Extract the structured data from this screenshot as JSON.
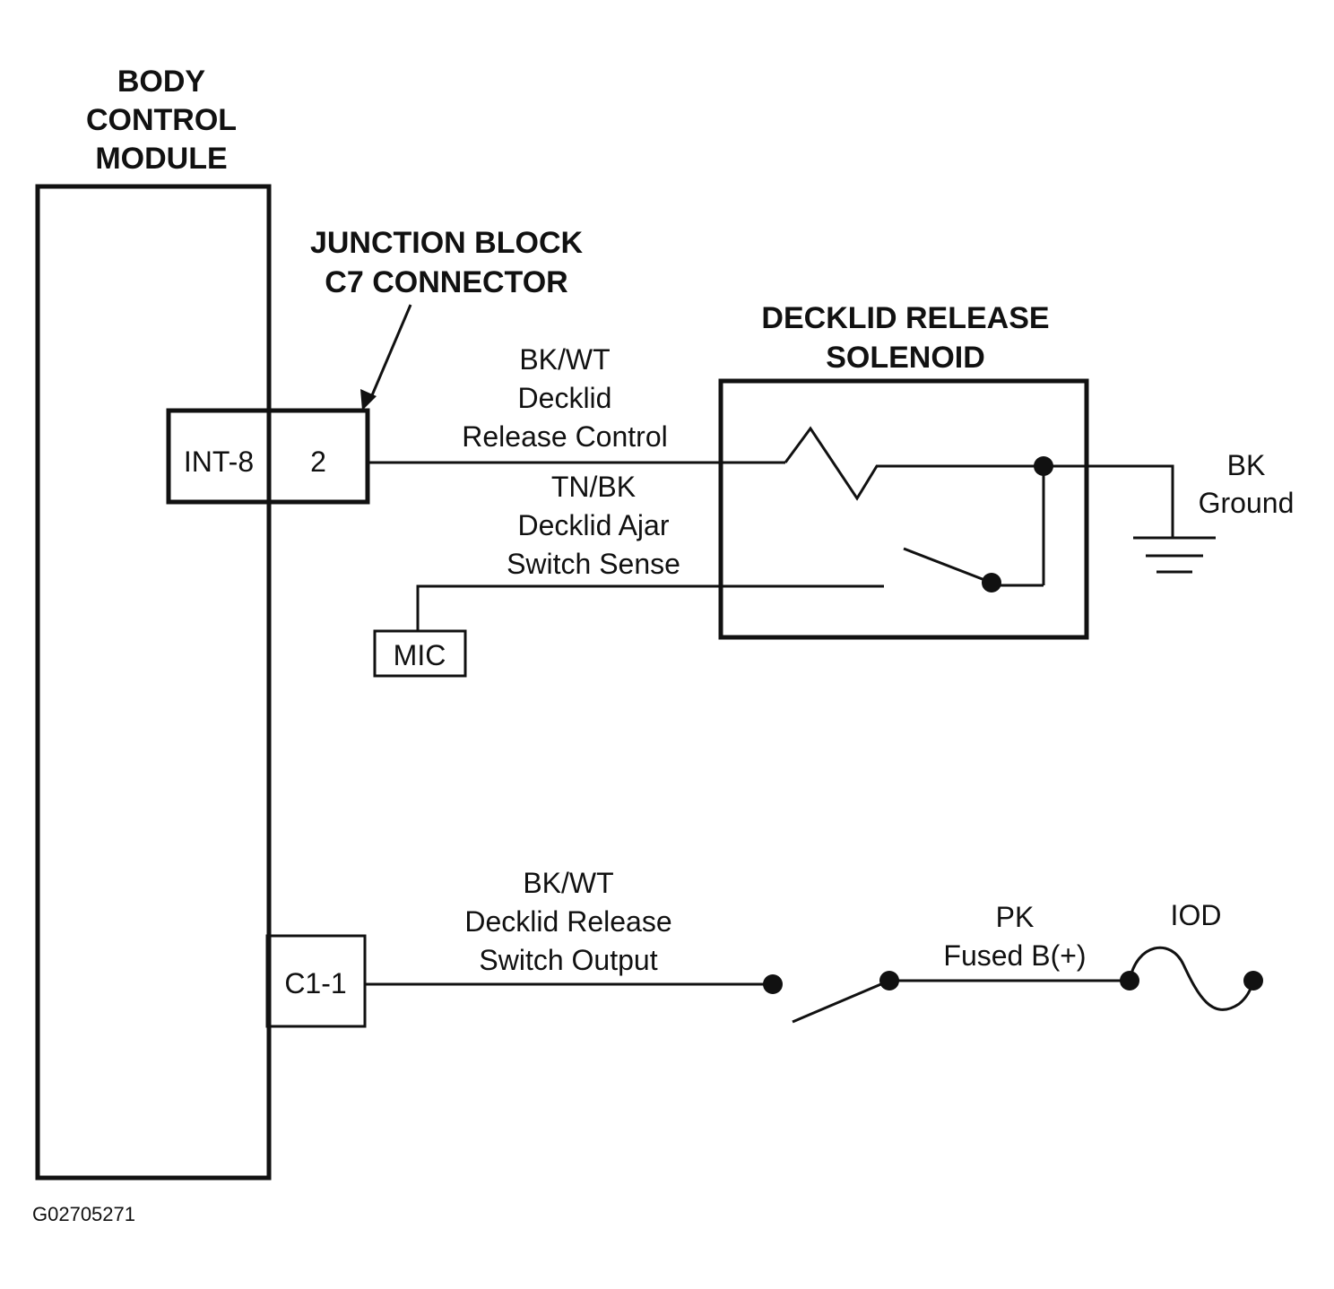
{
  "bcm": {
    "title": [
      "BODY",
      "CONTROL",
      "MODULE"
    ]
  },
  "junction": {
    "title": [
      "JUNCTION BLOCK",
      "C7 CONNECTOR"
    ],
    "pin_left": "INT-8",
    "pin_right": "2"
  },
  "solenoid": {
    "title": [
      "DECKLID RELEASE",
      "SOLENOID"
    ]
  },
  "wire_control": {
    "label": [
      "BK/WT",
      "Decklid",
      "Release Control"
    ]
  },
  "wire_sense": {
    "label": [
      "TN/BK",
      "Decklid Ajar",
      "Switch Sense"
    ]
  },
  "mic": {
    "label": "MIC"
  },
  "ground": {
    "label": [
      "BK",
      "Ground"
    ]
  },
  "wire_switch_output": {
    "label": [
      "BK/WT",
      "Decklid Release",
      "Switch Output"
    ]
  },
  "c1": {
    "label": "C1-1"
  },
  "fused": {
    "label": [
      "PK",
      "Fused B(+)"
    ]
  },
  "iod": {
    "label": "IOD"
  },
  "figure_id": "G02705271"
}
